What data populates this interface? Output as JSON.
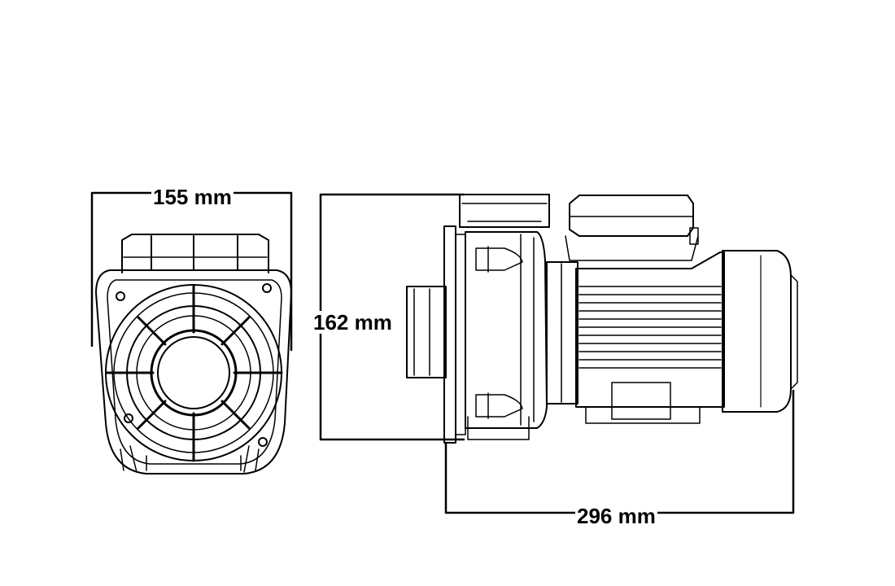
{
  "dimensions": {
    "width": "155 mm",
    "height": "162 mm",
    "length": "296 mm"
  },
  "colors": {
    "line": "#000000",
    "background": "#ffffff",
    "shade": "#dddddd"
  }
}
